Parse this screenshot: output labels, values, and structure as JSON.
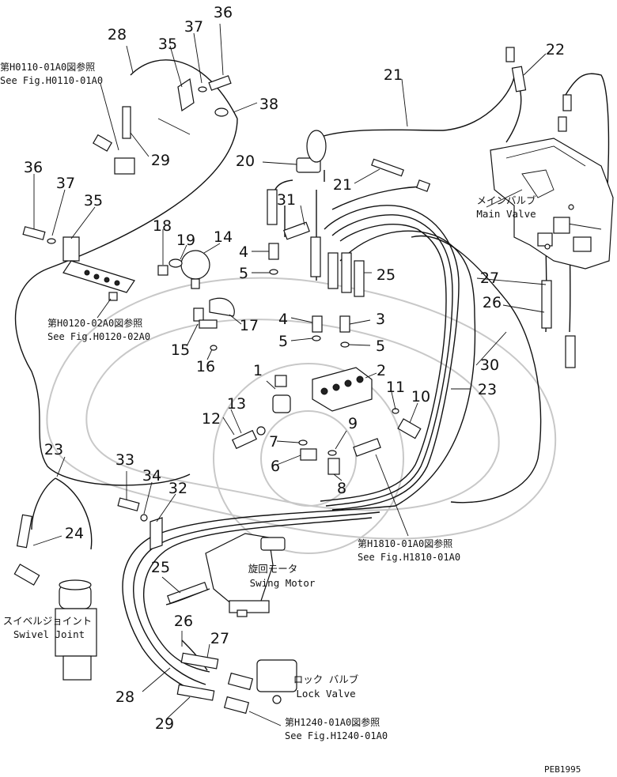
{
  "part_numbers": [
    {
      "id": "n1",
      "text": "1"
    },
    {
      "id": "n2",
      "text": "2"
    },
    {
      "id": "n3",
      "text": "3"
    },
    {
      "id": "n4a",
      "text": "4"
    },
    {
      "id": "n4b",
      "text": "4"
    },
    {
      "id": "n5a",
      "text": "5"
    },
    {
      "id": "n5b",
      "text": "5"
    },
    {
      "id": "n5c",
      "text": "5"
    },
    {
      "id": "n6",
      "text": "6"
    },
    {
      "id": "n7",
      "text": "7"
    },
    {
      "id": "n8",
      "text": "8"
    },
    {
      "id": "n9",
      "text": "9"
    },
    {
      "id": "n10",
      "text": "10"
    },
    {
      "id": "n11",
      "text": "11"
    },
    {
      "id": "n12",
      "text": "12"
    },
    {
      "id": "n13",
      "text": "13"
    },
    {
      "id": "n14",
      "text": "14"
    },
    {
      "id": "n15",
      "text": "15"
    },
    {
      "id": "n16",
      "text": "16"
    },
    {
      "id": "n17",
      "text": "17"
    },
    {
      "id": "n18",
      "text": "18"
    },
    {
      "id": "n19",
      "text": "19"
    },
    {
      "id": "n20",
      "text": "20"
    },
    {
      "id": "n21a",
      "text": "21"
    },
    {
      "id": "n21b",
      "text": "21"
    },
    {
      "id": "n22",
      "text": "22"
    },
    {
      "id": "n23a",
      "text": "23"
    },
    {
      "id": "n23b",
      "text": "23"
    },
    {
      "id": "n24",
      "text": "24"
    },
    {
      "id": "n25a",
      "text": "25"
    },
    {
      "id": "n25b",
      "text": "25"
    },
    {
      "id": "n26a",
      "text": "26"
    },
    {
      "id": "n26b",
      "text": "26"
    },
    {
      "id": "n27a",
      "text": "27"
    },
    {
      "id": "n27b",
      "text": "27"
    },
    {
      "id": "n28a",
      "text": "28"
    },
    {
      "id": "n28b",
      "text": "28"
    },
    {
      "id": "n29a",
      "text": "29"
    },
    {
      "id": "n29b",
      "text": "29"
    },
    {
      "id": "n30",
      "text": "30"
    },
    {
      "id": "n31",
      "text": "31"
    },
    {
      "id": "n32",
      "text": "32"
    },
    {
      "id": "n33",
      "text": "33"
    },
    {
      "id": "n34",
      "text": "34"
    },
    {
      "id": "n35a",
      "text": "35"
    },
    {
      "id": "n35b",
      "text": "35"
    },
    {
      "id": "n36a",
      "text": "36"
    },
    {
      "id": "n36b",
      "text": "36"
    },
    {
      "id": "n37a",
      "text": "37"
    },
    {
      "id": "n37b",
      "text": "37"
    },
    {
      "id": "n38",
      "text": "38"
    }
  ],
  "references": {
    "h0110_jp": "第H0110-01A0図参照",
    "h0110_en": "See Fig.H0110-01A0",
    "h0120_jp": "第H0120-02A0図参照",
    "h0120_en": "See Fig.H0120-02A0",
    "h1810_jp": "第H1810-01A0図参照",
    "h1810_en": "See Fig.H1810-01A0",
    "h1240_jp": "第H1240-01A0図参照",
    "h1240_en": "See Fig.H1240-01A0"
  },
  "components": {
    "main_valve_jp": "メインバルブ",
    "main_valve_en": "Main Valve",
    "swing_motor_jp": "旋回モータ",
    "swing_motor_en": "Swing Motor",
    "swivel_joint_jp": "スイベルジョイント",
    "swivel_joint_en": "Swivel Joint",
    "lock_valve_jp": "ロック バルブ",
    "lock_valve_en": "Lock Valve"
  },
  "drawing_code": "PEB1995"
}
